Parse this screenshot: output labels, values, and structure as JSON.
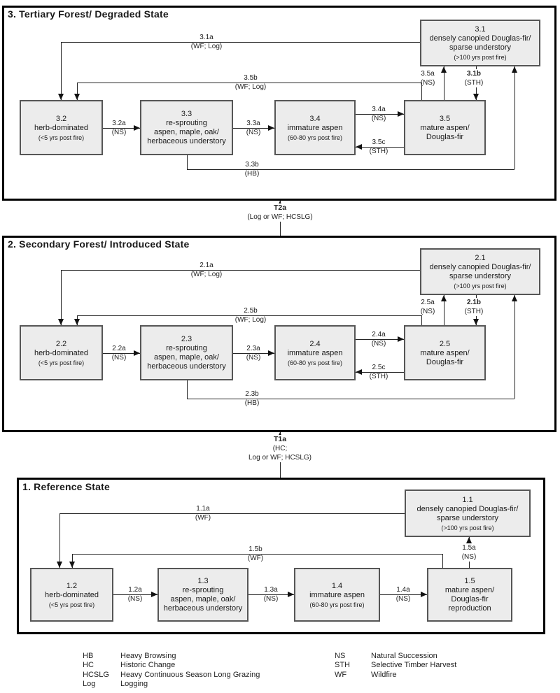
{
  "sections": [
    {
      "number": "3",
      "title": "3. Tertiary Forest/ Degraded State",
      "boxes": [
        {
          "id": "3.1",
          "name": [
            "densely canopied Douglas-fir/",
            "sparse understory"
          ],
          "note": "(>100 yrs post fire)"
        },
        {
          "id": "3.2",
          "name": [
            "herb-dominated"
          ],
          "note": "(<5 yrs post fire)"
        },
        {
          "id": "3.3",
          "name": [
            "re-sprouting",
            "aspen, maple, oak/",
            "herbaceous understory"
          ]
        },
        {
          "id": "3.4",
          "name": [
            "immature aspen"
          ],
          "note": "(60-80 yrs post fire)"
        },
        {
          "id": "3.5",
          "name": [
            "mature aspen/",
            "Douglas-fir"
          ]
        }
      ],
      "pathways": [
        {
          "id": "3.1a",
          "cause": "(WF; Log)"
        },
        {
          "id": "3.5b",
          "cause": "(WF; Log)"
        },
        {
          "id": "3.2a",
          "cause": "(NS)"
        },
        {
          "id": "3.3a",
          "cause": "(NS)"
        },
        {
          "id": "3.4a",
          "cause": "(NS)"
        },
        {
          "id": "3.5c",
          "cause": "(STH)"
        },
        {
          "id": "3.5a",
          "cause": "(NS)"
        },
        {
          "id": "3.1b",
          "cause": "(STH)",
          "bold": true
        },
        {
          "id": "3.3b",
          "cause": "(HB)"
        }
      ]
    },
    {
      "number": "2",
      "title": "2. Secondary Forest/ Introduced State",
      "boxes": [
        {
          "id": "2.1",
          "name": [
            "densely canopied Douglas-fir/",
            "sparse understory"
          ],
          "note": "(>100 yrs post fire)"
        },
        {
          "id": "2.2",
          "name": [
            "herb-dominated"
          ],
          "note": "(<5 yrs post fire)"
        },
        {
          "id": "2.3",
          "name": [
            "re-sprouting",
            "aspen, maple, oak/",
            "herbaceous understory"
          ]
        },
        {
          "id": "2.4",
          "name": [
            "immature aspen"
          ],
          "note": "(60-80 yrs post fire)"
        },
        {
          "id": "2.5",
          "name": [
            "mature aspen/",
            "Douglas-fir"
          ]
        }
      ],
      "pathways": [
        {
          "id": "2.1a",
          "cause": "(WF; Log)"
        },
        {
          "id": "2.5b",
          "cause": "(WF; Log)"
        },
        {
          "id": "2.2a",
          "cause": "(NS)"
        },
        {
          "id": "2.3a",
          "cause": "(NS)"
        },
        {
          "id": "2.4a",
          "cause": "(NS)"
        },
        {
          "id": "2.5c",
          "cause": "(STH)"
        },
        {
          "id": "2.5a",
          "cause": "(NS)"
        },
        {
          "id": "2.1b",
          "cause": "(STH)",
          "bold": true
        },
        {
          "id": "2.3b",
          "cause": "(HB)"
        }
      ]
    },
    {
      "number": "1",
      "title": "1. Reference State",
      "boxes": [
        {
          "id": "1.1",
          "name": [
            "densely canopied Douglas-fir/",
            "sparse understory"
          ],
          "note": "(>100 yrs post fire)"
        },
        {
          "id": "1.2",
          "name": [
            "herb-dominated"
          ],
          "note": "(<5 yrs post fire)"
        },
        {
          "id": "1.3",
          "name": [
            "re-sprouting",
            "aspen, maple, oak/",
            "herbaceous understory"
          ]
        },
        {
          "id": "1.4",
          "name": [
            "immature aspen"
          ],
          "note": "(60-80 yrs post fire)"
        },
        {
          "id": "1.5",
          "name": [
            "mature aspen/",
            "Douglas-fir",
            "reproduction"
          ]
        }
      ],
      "pathways": [
        {
          "id": "1.1a",
          "cause": "(WF)"
        },
        {
          "id": "1.5b",
          "cause": "(WF)"
        },
        {
          "id": "1.2a",
          "cause": "(NS)"
        },
        {
          "id": "1.3a",
          "cause": "(NS)"
        },
        {
          "id": "1.4a",
          "cause": "(NS)"
        },
        {
          "id": "1.5a",
          "cause": "(NS)"
        }
      ]
    }
  ],
  "transitions": [
    {
      "id": "T2a",
      "cause_lines": [
        "(Log or WF; HCSLG)"
      ]
    },
    {
      "id": "T1a",
      "cause_lines": [
        "(HC;",
        "Log or WF; HCSLG)"
      ]
    }
  ],
  "legend": {
    "left": [
      [
        "HB",
        "Heavy Browsing"
      ],
      [
        "HC",
        "Historic Change"
      ],
      [
        "HCSLG",
        "Heavy Continuous Season Long Grazing"
      ],
      [
        "Log",
        "Logging"
      ]
    ],
    "right": [
      [
        "NS",
        "Natural Succession"
      ],
      [
        "STH",
        "Selective Timber Harvest"
      ],
      [
        "WF",
        "Wildfire"
      ]
    ]
  },
  "colors": {
    "box_fill": "#ececec",
    "box_border": "#565656",
    "line": "#252525",
    "frame": "#000000"
  }
}
